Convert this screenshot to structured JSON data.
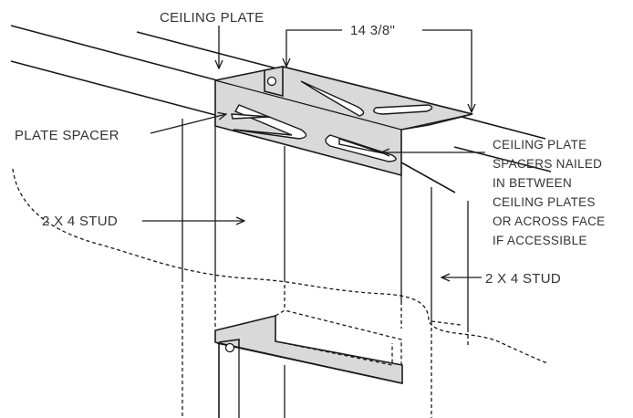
{
  "labels": {
    "ceiling_plate": "CEILING PLATE",
    "dimension": "14 3/8\"",
    "plate_spacer": "PLATE SPACER",
    "note_lines": [
      "CEILING PLATE",
      "SPACERS NAILED",
      "IN BETWEEN",
      "CEILING PLATES",
      "OR ACROSS FACE",
      "IF ACCESSIBLE"
    ],
    "stud_left": "2 X 4 STUD",
    "stud_right": "2 X 4 STUD"
  },
  "colors": {
    "line": "#1a1a1a",
    "plate_fill": "#d9d9d9",
    "text": "#333333"
  }
}
